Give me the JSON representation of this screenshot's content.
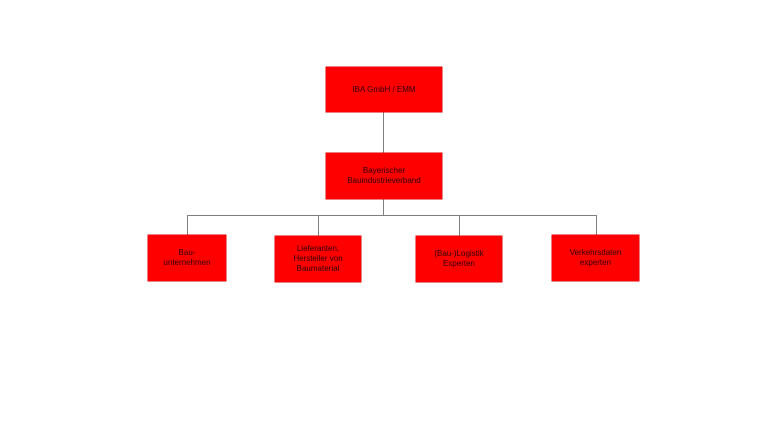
{
  "org_chart": {
    "root": {
      "label": "IBA GmbH / EMM"
    },
    "level2": {
      "label": "Bayerischer\nBauindustrieverband"
    },
    "children": [
      {
        "label": "Bau-\nunternehmen"
      },
      {
        "label": "Lieferanten,\nHersteller von\nBaumaterial"
      },
      {
        "label": "(Bau-)Logistik\nExperten"
      },
      {
        "label": "Verkehrsdaten\nexperten"
      }
    ]
  },
  "colors": {
    "node_fill": "#ff0000",
    "connector": "#7f7f7f",
    "background": "#ffffff"
  }
}
